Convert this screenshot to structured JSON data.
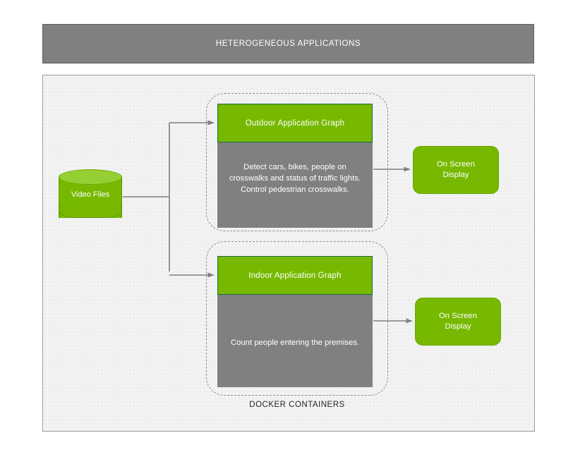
{
  "header": {
    "title": "HETEROGENEOUS APPLICATIONS"
  },
  "source": {
    "label": "Video Files",
    "shape": "cylinder-icon"
  },
  "containers": [
    {
      "name": "outdoor",
      "header_label": "Outdoor Application Graph",
      "body_text": "Detect cars, bikes, people on\ncrosswalks and status of traffic lights.\nControl pedestrian crosswalks.",
      "output_label": "On Screen\nDisplay"
    },
    {
      "name": "indoor",
      "header_label": "Indoor Application Graph",
      "body_text": "Count people entering the premises.",
      "output_label": "On Screen\nDisplay"
    }
  ],
  "caption": {
    "docker": "DOCKER CONTAINERS"
  },
  "colors": {
    "green": "#76b900",
    "green_light": "#95cf33",
    "gray": "#808080",
    "panel_bg": "#f0f0f0",
    "border_gray": "#9b9b9b",
    "dashed_border": "#8c8c8c",
    "connector": "#7f7f7f",
    "header_outline": "#17694a",
    "text_light": "#ffffff",
    "text_dark": "#262626"
  }
}
